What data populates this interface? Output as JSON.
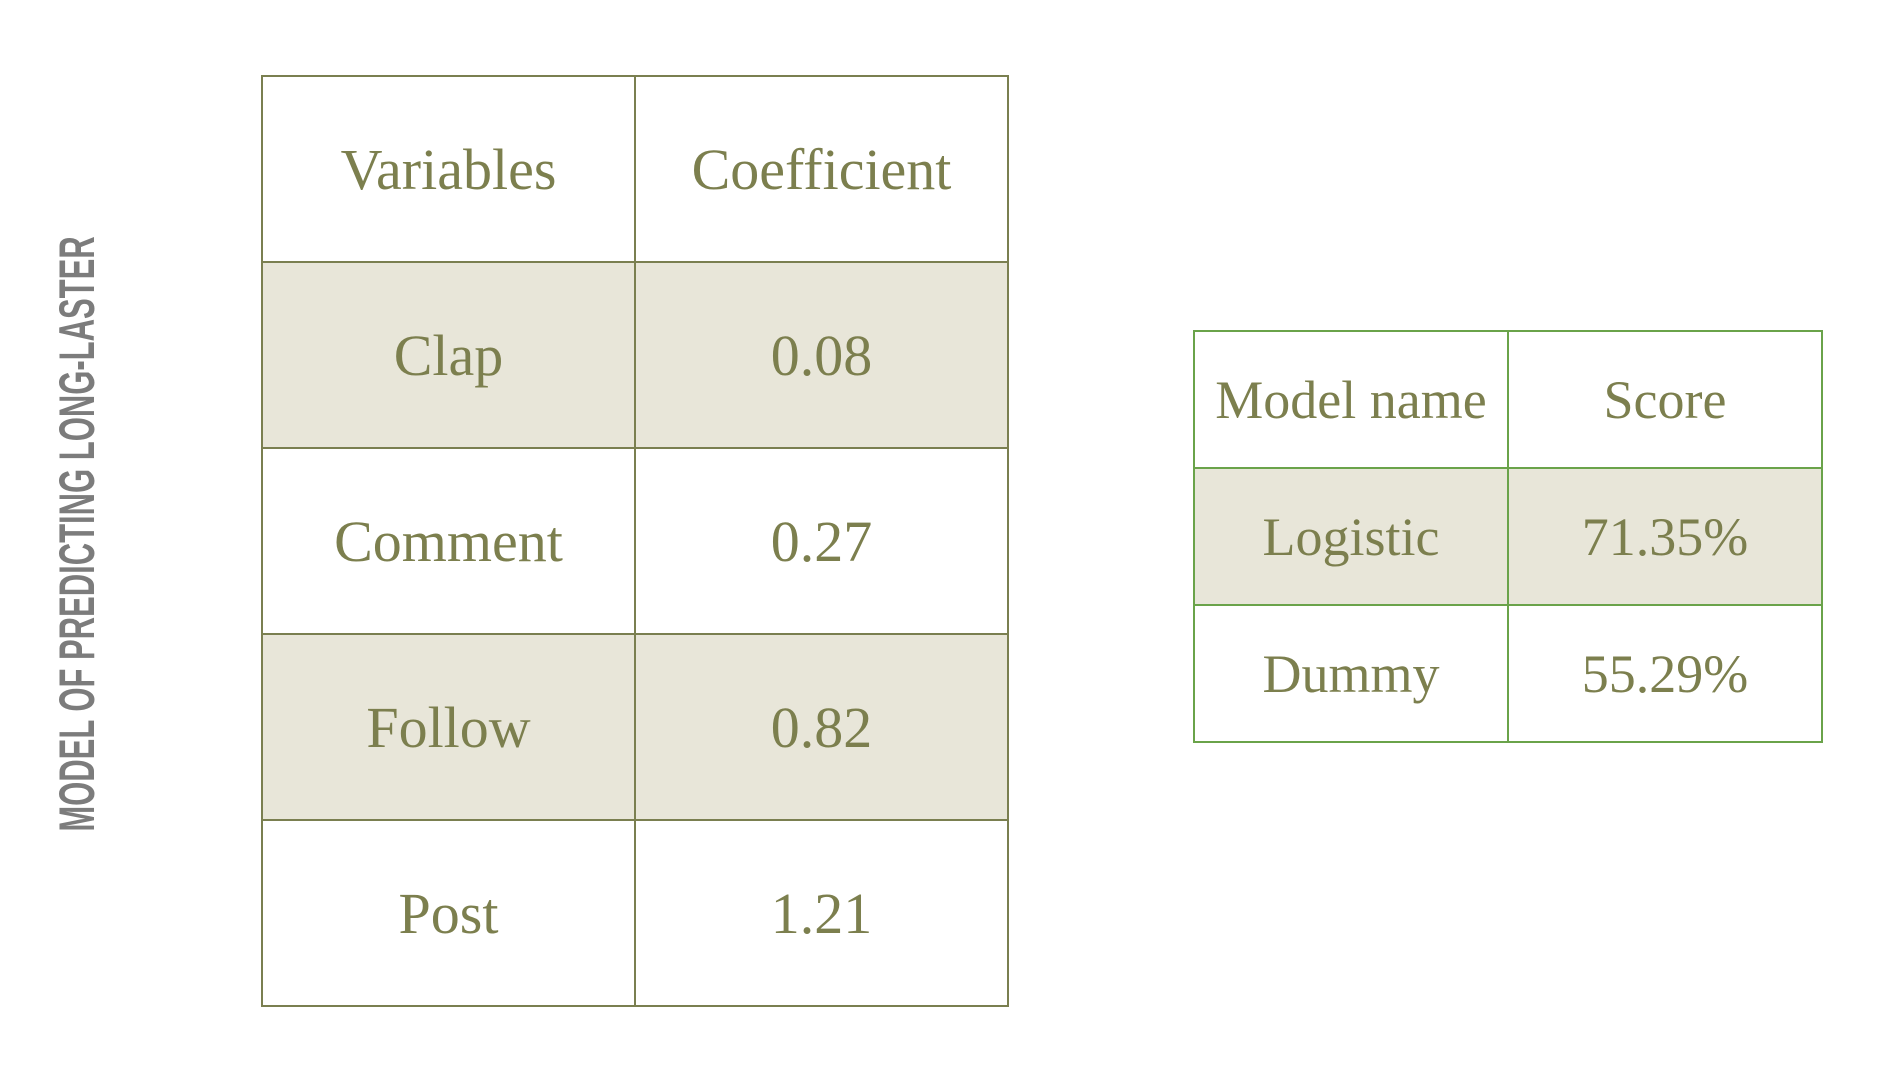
{
  "side_title": "MODEL OF PREDICTING LONG-LASTER",
  "colors": {
    "text": "#7c7f4e",
    "side_title": "#7c7c7c",
    "shaded_row": "#e8e6d9",
    "coef_border": "#7a7f50",
    "score_border": "#6aa34a"
  },
  "coefficients_table": {
    "headers": [
      "Variables",
      "Coefficient"
    ],
    "rows": [
      {
        "variable": "Clap",
        "coefficient": "0.08"
      },
      {
        "variable": "Comment",
        "coefficient": "0.27"
      },
      {
        "variable": "Follow",
        "coefficient": "0.82"
      },
      {
        "variable": "Post",
        "coefficient": "1.21"
      }
    ]
  },
  "scores_table": {
    "headers": [
      "Model name",
      "Score"
    ],
    "rows": [
      {
        "model": "Logistic",
        "score": "71.35%"
      },
      {
        "model": "Dummy",
        "score": "55.29%"
      }
    ]
  }
}
